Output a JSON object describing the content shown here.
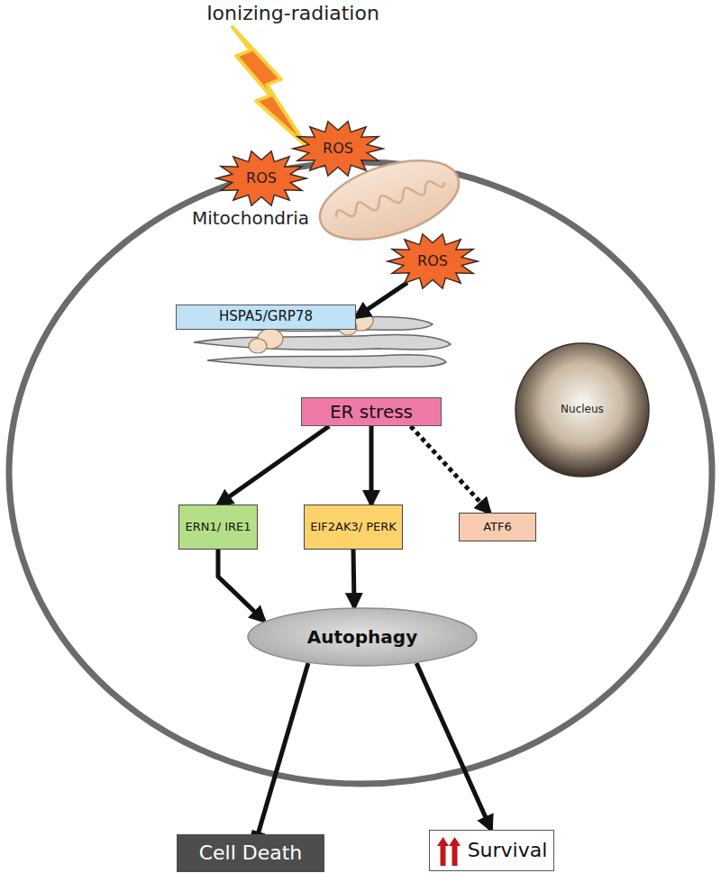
{
  "diagram": {
    "nodes": [
      {
        "text": [
          "ROS"
        ]
      },
      {
        "text": [
          "ROS"
        ]
      },
      {
        "text": [
          "ROS"
        ]
      },
      {
        "text": [
          "HSPA5/GRP78"
        ]
      },
      {
        "text": [
          "ER stress"
        ]
      },
      {
        "text": [
          "Nucleus"
        ]
      },
      {
        "text": [
          "ERN1/ IRE1"
        ]
      },
      {
        "text": [
          "EIF2AK3/ PERK"
        ]
      },
      {
        "text": [
          "ATF6"
        ]
      },
      {
        "text": [
          "Autophagy"
        ]
      },
      {
        "text": [
          "Cell Death"
        ]
      },
      {
        "text": [
          "Survival"
        ]
      }
    ],
    "edges": [
      {
        "from": 2,
        "to": 3,
        "arrow": "to"
      },
      {
        "from": 4,
        "to": 6,
        "arrow": "to"
      },
      {
        "from": 4,
        "to": 7,
        "arrow": "to"
      },
      {
        "from": 4,
        "to": 8,
        "arrow": "to"
      },
      {
        "from": 6,
        "to": 9,
        "arrow": "to"
      },
      {
        "from": 7,
        "to": 9,
        "arrow": "to"
      },
      {
        "from": 9,
        "to": 10,
        "arrow": "to"
      },
      {
        "from": 9,
        "to": 11,
        "arrow": "to"
      }
    ],
    "labels": [
      "Ionizing-radiation",
      "Mitochondria"
    ]
  }
}
